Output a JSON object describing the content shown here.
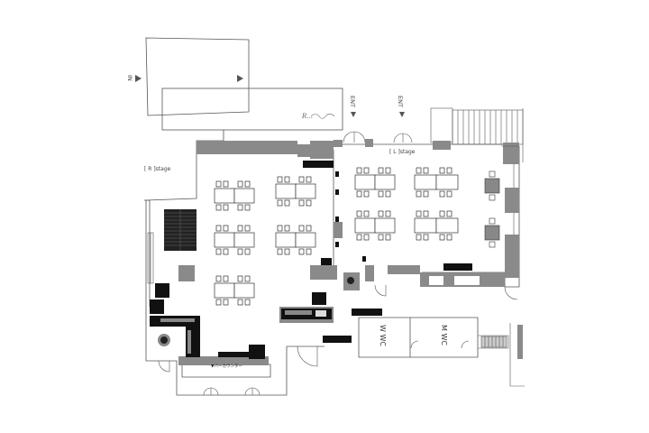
{
  "labels": {
    "in": "IN",
    "ent1": "ENT",
    "ent2": "ENT",
    "r_stage": "[ R ]stage",
    "l_stage": "[ L ]stage",
    "wc_left": "W WC",
    "wc_right": "M WC",
    "bar_counter": "▼バーカウンター"
  },
  "colors": {
    "wall": "#8a8a8a",
    "furniture": "#111111",
    "table": "#ffffff",
    "outline": "#555555"
  }
}
